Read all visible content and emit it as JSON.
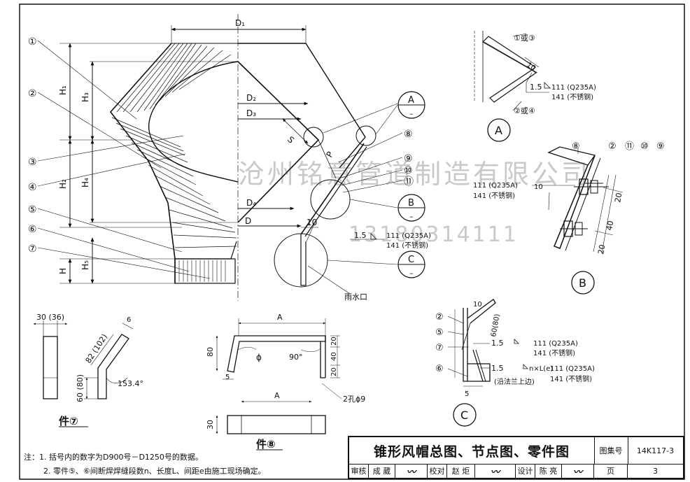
{
  "balloons_left": [
    "①",
    "②",
    "③",
    "④",
    "⑤",
    "⑥",
    "⑦"
  ],
  "dims_main": {
    "d1": "D₁",
    "d2": "D₂",
    "d3": "D₃",
    "d4": "D₄",
    "d": "D",
    "h1": "H₁",
    "h2": "H₂",
    "h": "H",
    "h3": "H₃",
    "h4": "H₄",
    "h5": "H₅",
    "s": "S",
    "p": "P",
    "ten": "10"
  },
  "callouts": {
    "a": "A",
    "b": "B",
    "c": "C",
    "rain_mouth": "雨水口"
  },
  "main_weld": {
    "size": "1.5",
    "w1": "111 (Q235A)",
    "w2": "141 (不锈钢)"
  },
  "balloons_right": [
    "⑧",
    "⑨",
    "⑩",
    "⑪"
  ],
  "detail_a": {
    "label": "A",
    "part1": "①或③",
    "part2": "②或④",
    "dim10": "10",
    "weld_size": "1.5",
    "weld1": "111 (Q235A)",
    "weld2": "141 (不锈钢)"
  },
  "detail_b": {
    "label": "B",
    "balloons": [
      "⑧",
      "②",
      "⑪",
      "⑩",
      "⑨"
    ],
    "weld1": "111 (Q235A)",
    "weld2": "141 (不锈钢)",
    "dim10": "10",
    "dims": [
      "20",
      "40",
      "20"
    ]
  },
  "detail_c": {
    "label": "C",
    "balloons": [
      "②",
      "⑤",
      "⑦",
      "⑥"
    ],
    "dim10": "10",
    "dim60": "60(80)",
    "dim5": "5",
    "weld1_size": "1.5",
    "weld1_a": "111 (Q235A)",
    "weld1_b": "141 (不锈钢)",
    "weld2_size": "1.5",
    "weld2_mark": "n×L(e)",
    "weld2_a": "111 (Q235A)",
    "weld2_b": "141 (不锈钢)",
    "weld2_note": "(沿法兰上边)"
  },
  "part7": {
    "label": "件⑦",
    "w": "30 (36)",
    "h": "60 (80)",
    "len": "82 (102)",
    "t": "6",
    "angle": "153.4°"
  },
  "part8": {
    "label": "件⑧",
    "a_top": "A",
    "a_bot": "A",
    "h80": "80",
    "dim5": "5",
    "phi": "ϕ",
    "angle90": "90°",
    "dims_right": [
      "20",
      "40",
      "20"
    ],
    "holes": "2孔ϕ9",
    "thk": "30"
  },
  "watermark": {
    "company": "沧州铭意管道制造有限公司",
    "phone": "13180314111"
  },
  "notes": [
    "注：1.  括号内的数字为D900号－D1250号的数据。",
    "2.  零件⑤、⑥间断焊焊缝段数n、长度L、间距e由施工现场确定。"
  ],
  "title_block": {
    "title": "锥形风帽总图、节点图、零件图",
    "atlas_label": "图集号",
    "atlas_no": "14K117-3",
    "review_label": "审核",
    "review_name": "成 葳",
    "check_label": "校对",
    "check_name": "赵 炬",
    "design_label": "设计",
    "design_name": "陈 亮",
    "page_label": "页",
    "page_no": "3"
  }
}
